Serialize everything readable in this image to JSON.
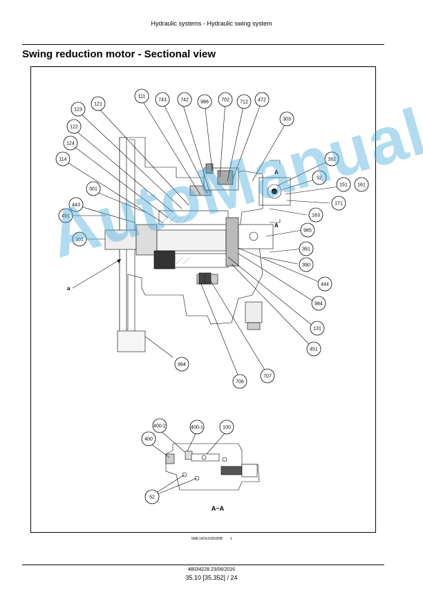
{
  "header": {
    "text": "Hydraulic systems - Hydraulic swing system"
  },
  "section": {
    "title": "Swing reduction motor - Sectional view"
  },
  "figure": {
    "code": "SMIL14CEX3916HB",
    "number": "1",
    "section_marks": [
      "A",
      "A"
    ],
    "view_label": "A~A",
    "point_label": "a",
    "callouts": {
      "c111": "111",
      "c743": "743",
      "c742": "742",
      "c986": "986",
      "c702": "702",
      "c712": "712",
      "c472": "472",
      "c121": "121",
      "c123": "123",
      "c303": "303",
      "c122": "122",
      "c124": "124",
      "c162": "162",
      "c114": "114",
      "c52": "52",
      "c151": "151",
      "c161": "161",
      "c301": "301",
      "c171": "171",
      "c443": "443",
      "c491": "491",
      "c163": "163",
      "c985": "985",
      "c101": "101",
      "c391": "391",
      "c390": "390",
      "c444": "444",
      "c984": "984",
      "c131": "131",
      "c451": "451",
      "c994": "994",
      "c707": "707",
      "c706": "706",
      "c400_2": "400-2",
      "c400_1": "400-1",
      "c100": "100",
      "c400": "400",
      "c52b": "52"
    }
  },
  "watermark": {
    "text": "AutoManual"
  },
  "footer": {
    "doc": "48034228 23/06/2016",
    "page": "35.10 [35.352] / 24"
  }
}
